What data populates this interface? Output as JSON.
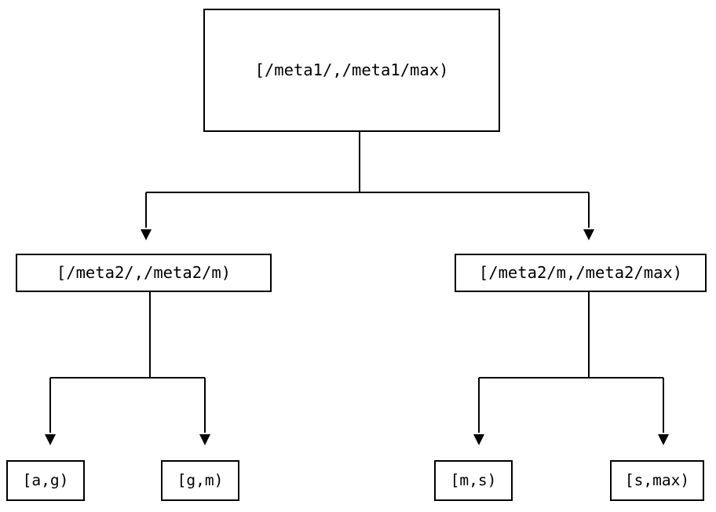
{
  "diagram": {
    "type": "tree",
    "title": "",
    "background_color": "#ffffff",
    "line_color": "#000000",
    "text_color": "#000000",
    "edge_style": "orthogonal-elbow",
    "arrowhead": "filled-triangle-down",
    "levels": 3,
    "nodes": {
      "root": {
        "id": "root",
        "label": "[/meta1/,/meta1/max)",
        "level": 1
      },
      "l2_left": {
        "id": "l2_left",
        "label": "[/meta2/,/meta2/m)",
        "level": 2
      },
      "l2_right": {
        "id": "l2_right",
        "label": "[/meta2/m,/meta2/max)",
        "level": 2
      },
      "leaf_ag": {
        "id": "leaf_ag",
        "label": "[a,g)",
        "level": 3
      },
      "leaf_gm": {
        "id": "leaf_gm",
        "label": "[g,m)",
        "level": 3
      },
      "leaf_ms": {
        "id": "leaf_ms",
        "label": "[m,s)",
        "level": 3
      },
      "leaf_smax": {
        "id": "leaf_smax",
        "label": "[s,max)",
        "level": 3
      }
    },
    "edges": [
      {
        "from": "root",
        "to": "l2_left"
      },
      {
        "from": "root",
        "to": "l2_right"
      },
      {
        "from": "l2_left",
        "to": "leaf_ag"
      },
      {
        "from": "l2_left",
        "to": "leaf_gm"
      },
      {
        "from": "l2_right",
        "to": "leaf_ms"
      },
      {
        "from": "l2_right",
        "to": "leaf_smax"
      }
    ]
  }
}
